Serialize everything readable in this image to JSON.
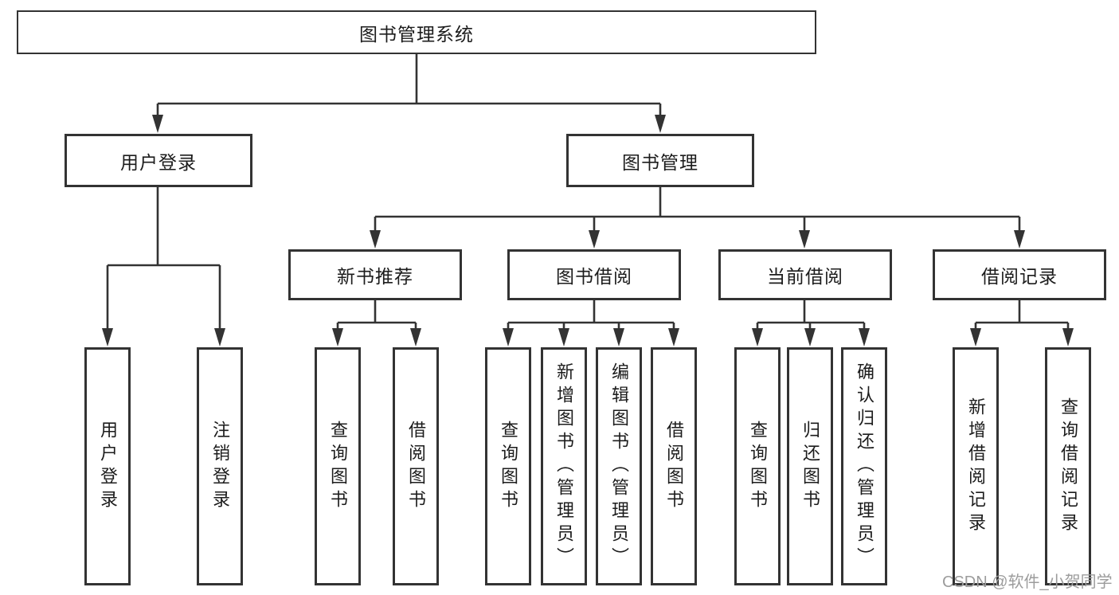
{
  "colors": {
    "line": "#333333",
    "text": "#1c1c1c",
    "box_bg": "#ffffff",
    "watermark": "#9c9c9c",
    "background": "#ffffff"
  },
  "diagram": {
    "title": "图书管理系统",
    "level2": [
      {
        "label": "用户登录"
      },
      {
        "label": "图书管理"
      }
    ],
    "level3": [
      {
        "label": "新书推荐"
      },
      {
        "label": "图书借阅"
      },
      {
        "label": "当前借阅"
      },
      {
        "label": "借阅记录"
      }
    ],
    "leaves": [
      {
        "label": "用户登录"
      },
      {
        "label": "注销登录"
      },
      {
        "label": "查询图书"
      },
      {
        "label": "借阅图书"
      },
      {
        "label": "查询图书"
      },
      {
        "label": "新增图书（管理员）"
      },
      {
        "label": "编辑图书（管理员）"
      },
      {
        "label": "借阅图书"
      },
      {
        "label": "查询图书"
      },
      {
        "label": "归还图书"
      },
      {
        "label": "确认归还（管理员）"
      },
      {
        "label": "新增借阅记录"
      },
      {
        "label": "查询借阅记录"
      }
    ]
  },
  "watermark": {
    "text": "CSDN @软件_小贺同学"
  }
}
